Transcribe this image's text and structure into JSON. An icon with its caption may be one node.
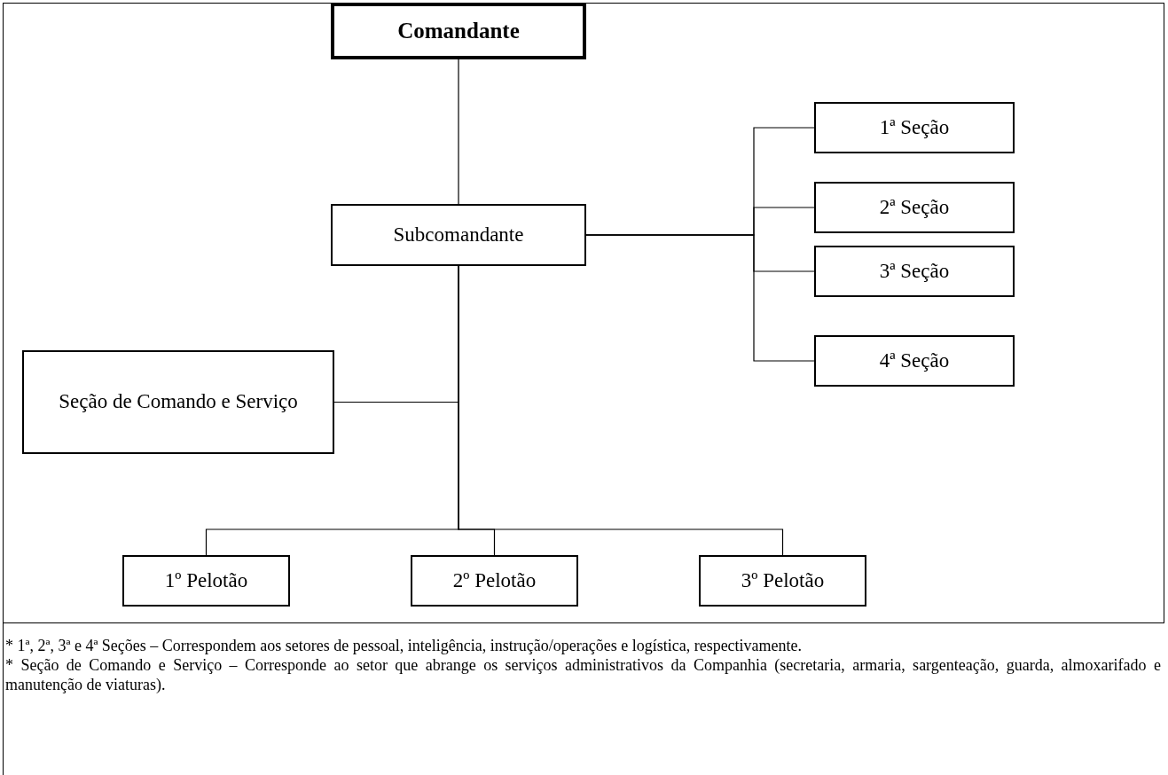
{
  "diagram": {
    "nodes": [
      {
        "text": [
          "Comandante"
        ]
      },
      {
        "text": [
          "Subcomandante"
        ]
      },
      {
        "text": [
          "1ª Seção"
        ]
      },
      {
        "text": [
          "2ª Seção"
        ]
      },
      {
        "text": [
          "3ª Seção"
        ]
      },
      {
        "text": [
          "4ª Seção"
        ]
      },
      {
        "text": [
          "Seção de Comando e Serviço"
        ]
      },
      {
        "text": [
          "1º Pelotão"
        ]
      },
      {
        "text": [
          "2º Pelotão"
        ]
      },
      {
        "text": [
          "3º Pelotão"
        ]
      }
    ],
    "edges": [
      {
        "from": 0,
        "to": 1,
        "arrow": "none"
      },
      {
        "from": 1,
        "to": 2,
        "arrow": "none"
      },
      {
        "from": 1,
        "to": 3,
        "arrow": "none"
      },
      {
        "from": 1,
        "to": 4,
        "arrow": "none"
      },
      {
        "from": 1,
        "to": 5,
        "arrow": "none"
      },
      {
        "from": 1,
        "to": 6,
        "arrow": "none"
      },
      {
        "from": 1,
        "to": 7,
        "arrow": "none"
      },
      {
        "from": 1,
        "to": 8,
        "arrow": "none"
      },
      {
        "from": 1,
        "to": 9,
        "arrow": "none"
      }
    ],
    "labels": [
      "* 1ª, 2ª, 3ª e 4ª Seções – Correspondem aos setores de pessoal, inteligência, instrução/operações e logística, respectivamente.",
      "* Seção de Comando e Serviço – Corresponde ao setor que abrange os serviços administrativos da Companhia (secretaria, armaria, sargenteação, guarda, almoxarifado e manutenção de viaturas)."
    ]
  }
}
